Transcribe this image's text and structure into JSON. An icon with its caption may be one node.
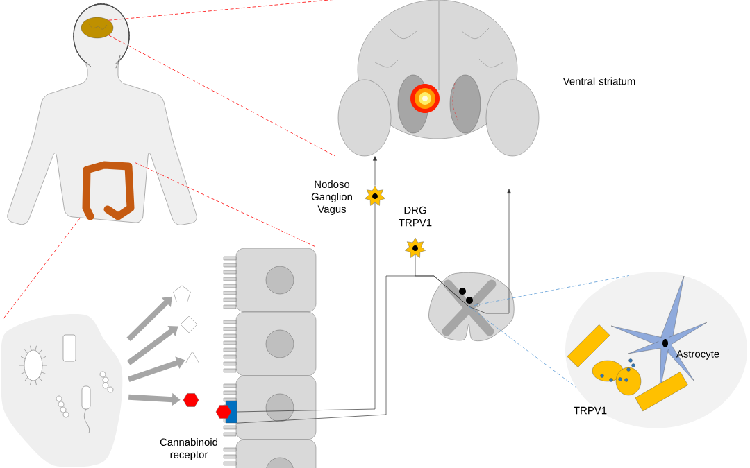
{
  "diagram": {
    "nodes": [
      {
        "text": [],
        "shape": "person"
      },
      {
        "text": [],
        "shape": "picture",
        "in": 0
      },
      {
        "text": [],
        "shape": "picture",
        "in": 0
      },
      {
        "text": [],
        "shape": "picture",
        "beside": [
          "Ventral striatum"
        ]
      },
      {
        "text": [],
        "shape": "cloud"
      },
      {
        "text": [],
        "shape": "pentagon"
      },
      {
        "text": [],
        "shape": "diamond"
      },
      {
        "text": [],
        "shape": "triangle"
      },
      {
        "text": [],
        "shape": "hexagon"
      },
      {
        "text": [],
        "shape": "picture"
      },
      {
        "text": [],
        "shape": "box",
        "in": 9,
        "beside": [
          "Cannabinoid receptor"
        ]
      },
      {
        "text": [],
        "shape": "star",
        "beside": [
          "Nodoso Ganglion Vagus"
        ]
      },
      {
        "text": [],
        "shape": "star",
        "beside": [
          "DRG TRPV1"
        ]
      },
      {
        "text": [],
        "shape": "picture"
      },
      {
        "text": [],
        "shape": "circle"
      }
    ],
    "edges": [
      {
        "from": 1,
        "to": 3,
        "arrow": "none",
        "style": "dashed",
        "color": "#ff0000"
      },
      {
        "from": 1,
        "to": 3,
        "arrow": "none",
        "style": "dashed",
        "color": "#ff0000"
      },
      {
        "from": 2,
        "to": 9,
        "arrow": "none",
        "style": "dashed",
        "color": "#ff0000"
      },
      {
        "from": 2,
        "to": 4,
        "arrow": "none",
        "style": "dashed",
        "color": "#ff0000"
      },
      {
        "from": 4,
        "to": 5,
        "arrow": "to",
        "style": "thick",
        "color": "#a6a6a6"
      },
      {
        "from": 4,
        "to": 6,
        "arrow": "to",
        "style": "thick",
        "color": "#a6a6a6"
      },
      {
        "from": 4,
        "to": 7,
        "arrow": "to",
        "style": "thick",
        "color": "#a6a6a6"
      },
      {
        "from": 4,
        "to": 8,
        "arrow": "to",
        "style": "thick",
        "color": "#a6a6a6"
      },
      {
        "from": 10,
        "to": 11,
        "arrow": "none"
      },
      {
        "from": 11,
        "to": 3,
        "arrow": "to"
      },
      {
        "from": 10,
        "to": 13,
        "arrow": "none"
      },
      {
        "from": 12,
        "to": 13,
        "arrow": "none"
      },
      {
        "from": 13,
        "to": null,
        "arrow": "to"
      },
      {
        "from": 13,
        "to": 14,
        "arrow": "none",
        "style": "dashed",
        "color": "#5b9bd5"
      },
      {
        "from": 13,
        "to": 14,
        "arrow": "none",
        "style": "dashed",
        "color": "#5b9bd5"
      }
    ],
    "labels": [
      "Astrocyte",
      "TRPV1"
    ]
  }
}
